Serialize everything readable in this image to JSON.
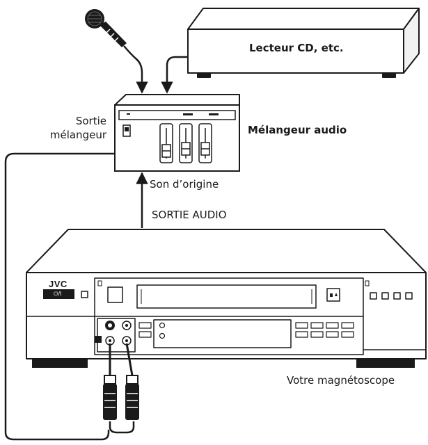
{
  "labels": {
    "cd_player": "Lecteur CD, etc.",
    "mixer": "Mélangeur audio",
    "mixer_output_line1": "Sortie",
    "mixer_output_line2": "mélangeur",
    "original_sound": "Son d’origine",
    "audio_out": "SORTIE AUDIO",
    "your_vcr": "Votre magnétoscope"
  },
  "vcr": {
    "brand": "JVC",
    "power_label": "⏻/I"
  },
  "colors": {
    "line": "#1a1a1a",
    "background": "#ffffff",
    "gray_dark": "#555555",
    "gray_mid": "#999999",
    "gray_light": "#dddddd"
  }
}
